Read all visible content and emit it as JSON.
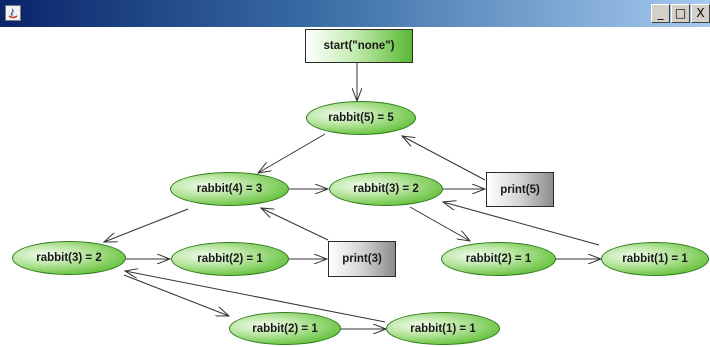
{
  "window": {
    "title": "",
    "controls": {
      "minimize": "_",
      "maximize": "□",
      "close": "X"
    }
  },
  "graph": {
    "nodes": {
      "start": "start(\"none\")",
      "r5": "rabbit(5) = 5",
      "r4": "rabbit(4) = 3",
      "r3a": "rabbit(3) = 2",
      "p5": "print(5)",
      "r3b": "rabbit(3) = 2",
      "r2a": "rabbit(2) = 1",
      "p3": "print(3)",
      "r2b": "rabbit(2) = 1",
      "r1a": "rabbit(1) = 1",
      "r2c": "rabbit(2) = 1",
      "r1b": "rabbit(1) = 1"
    }
  },
  "colors": {
    "node_green": "#6cc444",
    "edge": "#333333",
    "titlebar_left": "#0a246a",
    "titlebar_right": "#a6caf0"
  }
}
